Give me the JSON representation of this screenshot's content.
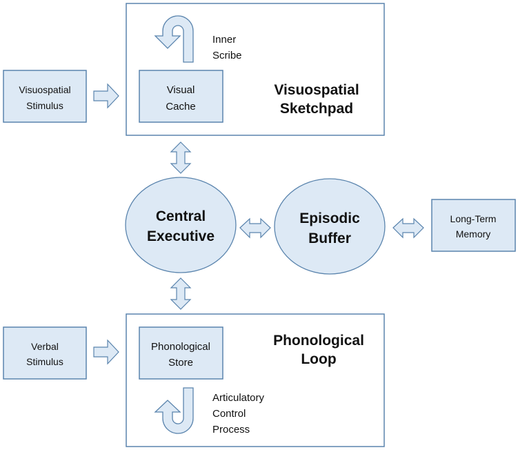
{
  "colors": {
    "fill": "#dde9f5",
    "stroke": "#5a84ad",
    "text": "#111111"
  },
  "visuospatial_sketchpad": {
    "title_line1": "Visuospatial",
    "title_line2": "Sketchpad",
    "visual_cache_line1": "Visual",
    "visual_cache_line2": "Cache",
    "inner_scribe_line1": "Inner",
    "inner_scribe_line2": "Scribe"
  },
  "visuospatial_stimulus": {
    "line1": "Visuospatial",
    "line2": "Stimulus"
  },
  "central_executive": {
    "line1": "Central",
    "line2": "Executive"
  },
  "episodic_buffer": {
    "line1": "Episodic",
    "line2": "Buffer"
  },
  "long_term_memory": {
    "line1": "Long-Term",
    "line2": "Memory"
  },
  "phonological_loop": {
    "title_line1": "Phonological",
    "title_line2": "Loop",
    "store_line1": "Phonological",
    "store_line2": "Store",
    "articulatory_line1": "Articulatory",
    "articulatory_line2": "Control",
    "articulatory_line3": "Process"
  },
  "verbal_stimulus": {
    "line1": "Verbal",
    "line2": "Stimulus"
  }
}
